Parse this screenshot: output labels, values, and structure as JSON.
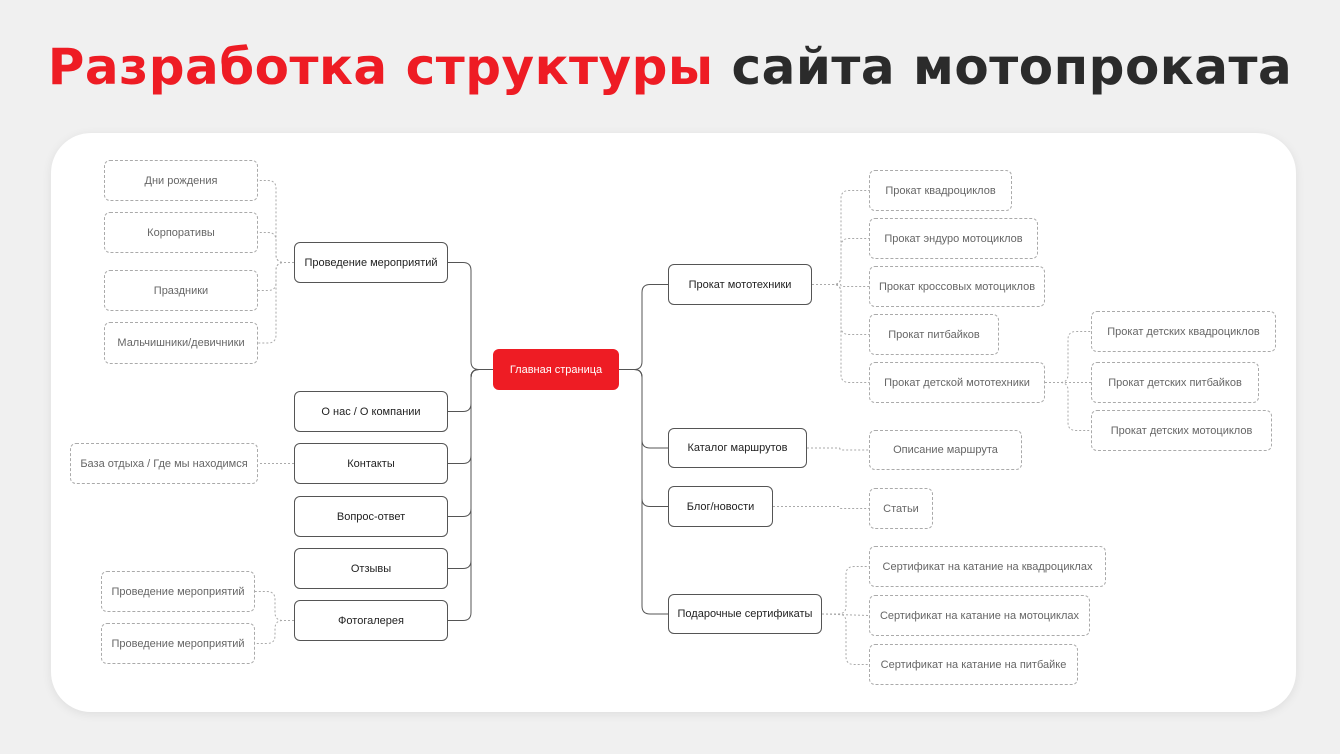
{
  "title": {
    "red_part": "Разработка структуры",
    "dark_part": "сайта мотопроката"
  },
  "colors": {
    "accent": "#ee1c24",
    "dark": "#2b2b2b"
  },
  "root": "Главная страница",
  "left": {
    "events": {
      "label": "Проведение мероприятий",
      "children": [
        "Дни рождения",
        "Корпоративы",
        "Праздники",
        "Мальчишники/девичники"
      ]
    },
    "about": {
      "label": "О нас / О компании"
    },
    "contacts": {
      "label": "Контакты",
      "children": [
        "База отдыха / Где мы находимся"
      ]
    },
    "faq": {
      "label": "Вопрос-ответ"
    },
    "reviews": {
      "label": "Отзывы"
    },
    "gallery": {
      "label": "Фотогалерея",
      "children": [
        "Проведение мероприятий",
        "Проведение мероприятий"
      ]
    }
  },
  "right": {
    "rental": {
      "label": "Прокат мототехники",
      "children": [
        "Прокат квадроциклов",
        "Прокат эндуро мотоциклов",
        "Прокат кроссовых мотоциклов",
        "Прокат питбайков",
        "Прокат детской мототехники"
      ],
      "kids_children": [
        "Прокат детских квадроциклов",
        "Прокат детских питбайков",
        "Прокат детских мотоциклов"
      ]
    },
    "routes": {
      "label": "Каталог маршрутов",
      "children": [
        "Описание маршрута"
      ]
    },
    "blog": {
      "label": "Блог/новости",
      "children": [
        "Статьи"
      ]
    },
    "gifts": {
      "label": "Подарочные сертификаты",
      "children": [
        "Сертификат на катание на квадроциклах",
        "Сертификат на катание на мотоциклах",
        "Сертификат на катание на питбайке"
      ]
    }
  }
}
